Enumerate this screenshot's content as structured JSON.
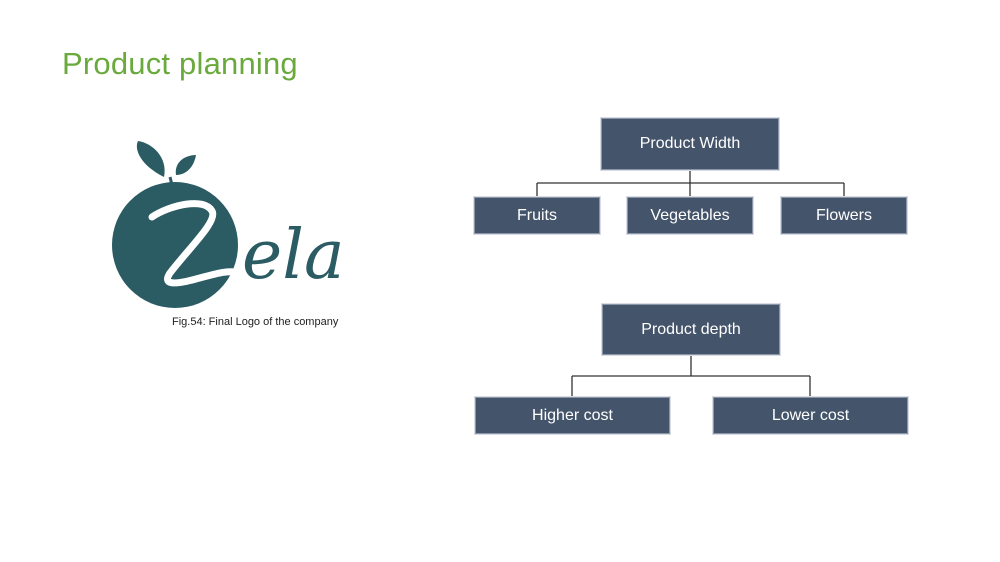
{
  "slide": {
    "title": "Product planning"
  },
  "logo": {
    "text": "Zela",
    "caption": "Fig.54: Final Logo of the company",
    "colors": {
      "teal": "#2b5b63",
      "leaf": "#2b5b63"
    }
  },
  "diagram_width": {
    "root": "Product Width",
    "children": [
      "Fruits",
      "Vegetables",
      "Flowers"
    ]
  },
  "diagram_depth": {
    "root": "Product depth",
    "children": [
      "Higher cost",
      "Lower cost"
    ]
  },
  "colors": {
    "title": "#6aaa3d",
    "box_fill": "#44546a",
    "box_text": "#ffffff",
    "connector": "#333333"
  }
}
